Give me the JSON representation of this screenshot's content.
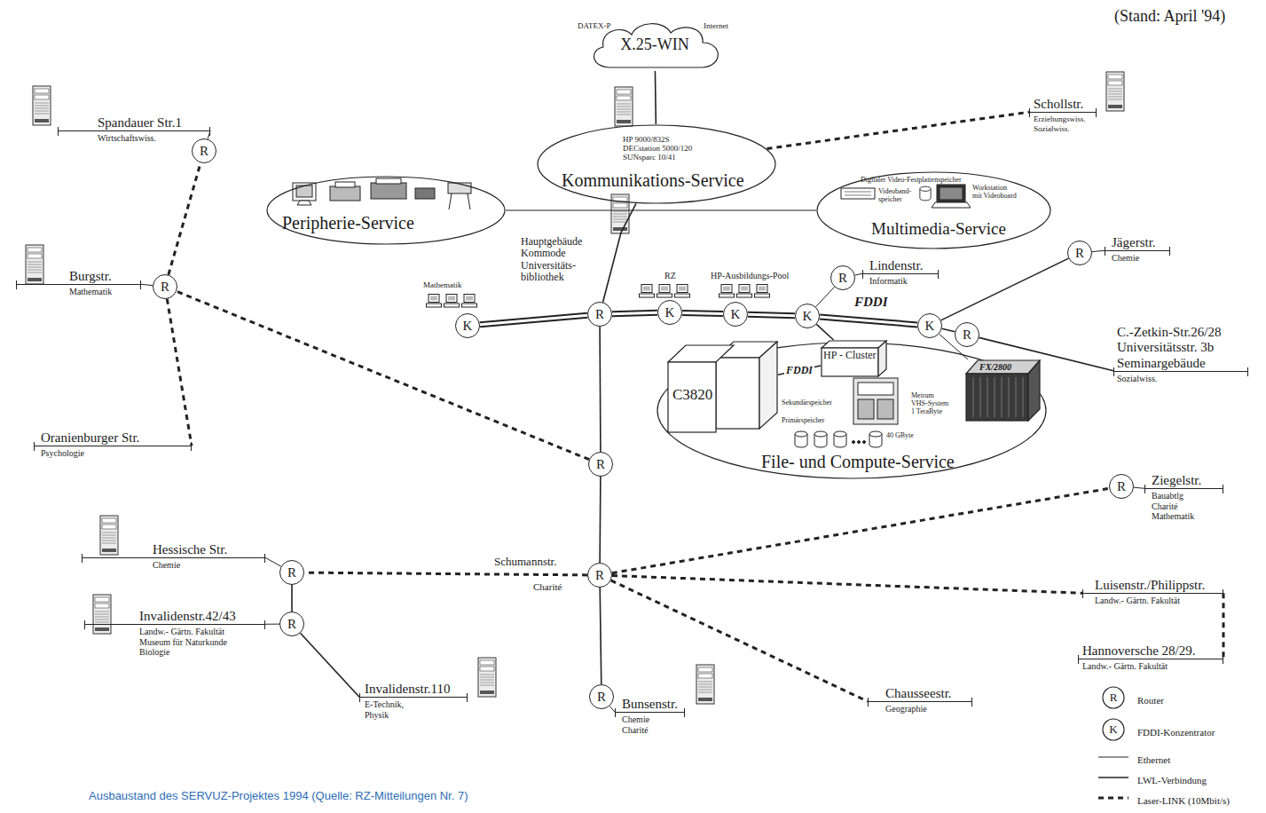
{
  "diagram": {
    "caption": "Ausbaustand des SERVUZ-Projektes 1994 (Quelle: RZ-Mitteilungen Nr. 7)",
    "nodes": [
      {
        "text": [
          "X.25-WIN"
        ]
      },
      {
        "text": [
          "HP 9000/832S",
          "DECstation 5000/120",
          "SUNsparc 10/41",
          "Kommunikations-Service"
        ]
      },
      {
        "text": [
          "Peripherie-Service"
        ]
      },
      {
        "text": [
          "Digitaler Video-Festplattenspeicher",
          "Videoband- speicher",
          "Workstation mit Videoboard",
          "Multimedia-Service"
        ]
      },
      {
        "text": [
          "File- und Compute-Service"
        ]
      },
      {
        "text": [
          "C3820"
        ],
        "in": 4
      },
      {
        "text": [
          "HP - Cluster"
        ],
        "in": 4
      },
      {
        "text": [
          "FX/2800"
        ],
        "in": 4
      },
      {
        "text": [
          "R"
        ]
      },
      {
        "text": [
          "R"
        ]
      },
      {
        "text": [
          "K"
        ]
      },
      {
        "text": [
          "R"
        ]
      },
      {
        "text": [
          "K"
        ]
      },
      {
        "text": [
          "K"
        ]
      },
      {
        "text": [
          "K"
        ]
      },
      {
        "text": [
          "R"
        ]
      },
      {
        "text": [
          "R"
        ]
      },
      {
        "text": [
          "K"
        ]
      },
      {
        "text": [
          "R"
        ]
      },
      {
        "text": [
          "R"
        ]
      },
      {
        "text": [
          "R"
        ]
      },
      {
        "text": [
          "R"
        ]
      },
      {
        "text": [
          "R"
        ]
      },
      {
        "text": [
          "R"
        ]
      },
      {
        "text": [
          "R"
        ]
      },
      {
        "text": [
          "Spandauer Str.1",
          "Wirtschaftswiss."
        ]
      },
      {
        "text": [
          "Schollstr.",
          "Erziehungswiss.",
          "Sozialwiss."
        ]
      },
      {
        "text": [
          "Burgstr.",
          "Mathematik"
        ]
      },
      {
        "text": [
          "Jägerstr.",
          "Chemie"
        ]
      },
      {
        "text": [
          "Lindenstr.",
          "Informatik"
        ]
      },
      {
        "text": [
          "C.-Zetkin-Str.26/28",
          "Universitätsstr. 3b",
          "Seminargebäude",
          "Sozialwiss."
        ]
      },
      {
        "text": [
          "Oranienburger Str.",
          "Psychologie"
        ]
      },
      {
        "text": [
          "Ziegelstr.",
          "Bauabtlg",
          "Charité",
          "Mathematik"
        ]
      },
      {
        "text": [
          "Hessische Str.",
          "Chemie"
        ]
      },
      {
        "text": [
          "Luisenstr./Philippstr.",
          "Landw.- Gärtn. Fakultät"
        ]
      },
      {
        "text": [
          "Invalidenstr.42/43",
          "Landw.- Gärtn. Fakultät",
          "Museum für Naturkunde",
          "Biologie"
        ]
      },
      {
        "text": [
          "Hannoversche 28/29.",
          "Landw.- Gärtn. Fakultät"
        ]
      },
      {
        "text": [
          "Invalidenstr.110",
          "E-Technik,",
          "Physik"
        ]
      },
      {
        "text": [
          "Bunsenstr.",
          "Chemie",
          "Charité"
        ]
      },
      {
        "text": [
          "Chausseestr.",
          "Geographie"
        ]
      }
    ],
    "edges": [
      {
        "from": 0,
        "to": 1,
        "arrow": "none"
      },
      {
        "from": 2,
        "to": 3,
        "arrow": "none"
      },
      {
        "from": 11,
        "to": 1,
        "arrow": "none"
      },
      {
        "from": 1,
        "to": 26,
        "arrow": "none"
      },
      {
        "from": 10,
        "to": 11,
        "arrow": "none"
      },
      {
        "from": 11,
        "to": 12,
        "arrow": "none"
      },
      {
        "from": 12,
        "to": 13,
        "arrow": "none"
      },
      {
        "from": 13,
        "to": 14,
        "arrow": "none"
      },
      {
        "from": 14,
        "to": 17,
        "arrow": "none"
      },
      {
        "from": 17,
        "to": 18,
        "arrow": "none"
      },
      {
        "from": 18,
        "to": 30,
        "arrow": "none"
      },
      {
        "from": 14,
        "to": 15,
        "arrow": "none"
      },
      {
        "from": 15,
        "to": 29,
        "arrow": "none"
      },
      {
        "from": 17,
        "to": 16,
        "arrow": "none"
      },
      {
        "from": 16,
        "to": 28,
        "arrow": "none"
      },
      {
        "from": 14,
        "to": 6,
        "arrow": "none"
      },
      {
        "from": 6,
        "to": 5,
        "label": "FDDI",
        "arrow": "none"
      },
      {
        "from": 17,
        "to": 7,
        "arrow": "none"
      },
      {
        "from": 11,
        "to": 19,
        "arrow": "none"
      },
      {
        "from": 19,
        "to": 22,
        "arrow": "none"
      },
      {
        "from": 22,
        "to": 24,
        "arrow": "none"
      },
      {
        "from": 24,
        "to": 38,
        "arrow": "none"
      },
      {
        "from": 19,
        "to": 9,
        "arrow": "none"
      },
      {
        "from": 9,
        "to": 27,
        "arrow": "none"
      },
      {
        "from": 9,
        "to": 8,
        "arrow": "none"
      },
      {
        "from": 8,
        "to": 25,
        "arrow": "none"
      },
      {
        "from": 9,
        "to": 31,
        "arrow": "none"
      },
      {
        "from": 22,
        "to": 21,
        "arrow": "none"
      },
      {
        "from": 21,
        "to": 33,
        "arrow": "none"
      },
      {
        "from": 21,
        "to": 23,
        "arrow": "none"
      },
      {
        "from": 23,
        "to": 35,
        "arrow": "none"
      },
      {
        "from": 23,
        "to": 37,
        "arrow": "none"
      },
      {
        "from": 22,
        "to": 20,
        "arrow": "none"
      },
      {
        "from": 20,
        "to": 32,
        "arrow": "none"
      },
      {
        "from": 22,
        "to": 34,
        "arrow": "none"
      },
      {
        "from": 34,
        "to": 36,
        "arrow": "none"
      },
      {
        "from": 22,
        "to": 39,
        "arrow": "none"
      }
    ],
    "labels": [
      "(Stand: April '94)",
      "DATEX-P",
      "Internet",
      "Hauptgebäude Kommode Universitäts- bibliothek",
      "Mathematik",
      "RZ",
      "HP-Ausbildungs-Pool",
      "FDDI",
      "Sekundärspeicher",
      "Primärspeicher",
      "Metrum VHS-System 1 TeraByte",
      "40 GByte",
      "Schumannstr.",
      "Charité",
      "R",
      "K"
    ],
    "legend": [
      {
        "text": "Router"
      },
      {
        "text": "FDDI-Konzentrator"
      },
      {
        "text": "Ethernet"
      },
      {
        "text": "LWL-Verbindung"
      },
      {
        "text": "Laser-LINK (10Mbit/s)"
      }
    ]
  }
}
